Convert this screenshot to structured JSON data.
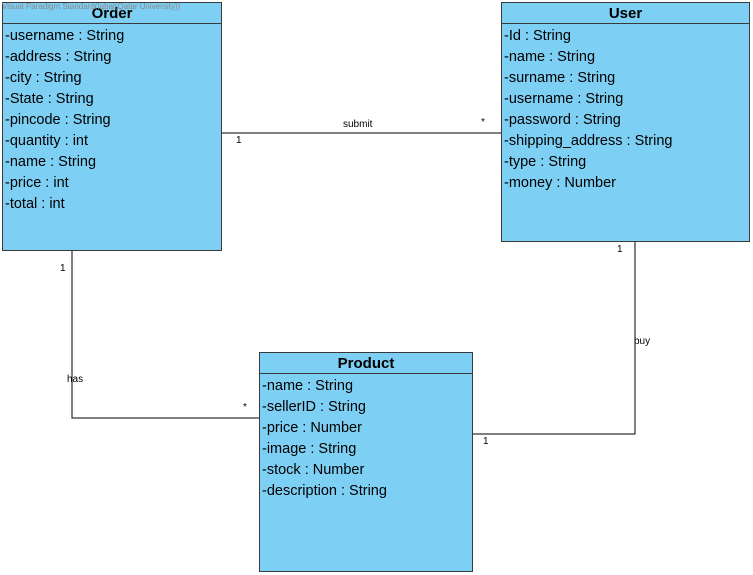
{
  "watermark": "Visual Paradigm Standard(Iqbal(Qatar University))",
  "colors": {
    "class_fill": "#7ecff4",
    "border": "#3a3a3a",
    "line": "#000000"
  },
  "classes": {
    "order": {
      "name": "Order",
      "attributes": [
        "-username : String",
        "-address : String",
        "-city : String",
        "-State : String",
        "-pincode : String",
        "-quantity : int",
        "-name : String",
        "-price : int",
        "-total : int"
      ]
    },
    "user": {
      "name": "User",
      "attributes": [
        "-Id : String",
        "-name : String",
        "-surname : String",
        "-username : String",
        "-password : String",
        "-shipping_address : String",
        "-type : String",
        "-money : Number"
      ]
    },
    "product": {
      "name": "Product",
      "attributes": [
        "-name : String",
        "-sellerID : String",
        "-price : Number",
        "-image : String",
        "-stock : Number",
        "-description : String"
      ]
    }
  },
  "associations": {
    "submit": {
      "label": "submit",
      "order_end": "1",
      "user_end": "*"
    },
    "has": {
      "label": "has",
      "order_end": "1",
      "product_end": "*"
    },
    "buy": {
      "label": "buy",
      "user_end": "1",
      "product_end": "1"
    }
  }
}
